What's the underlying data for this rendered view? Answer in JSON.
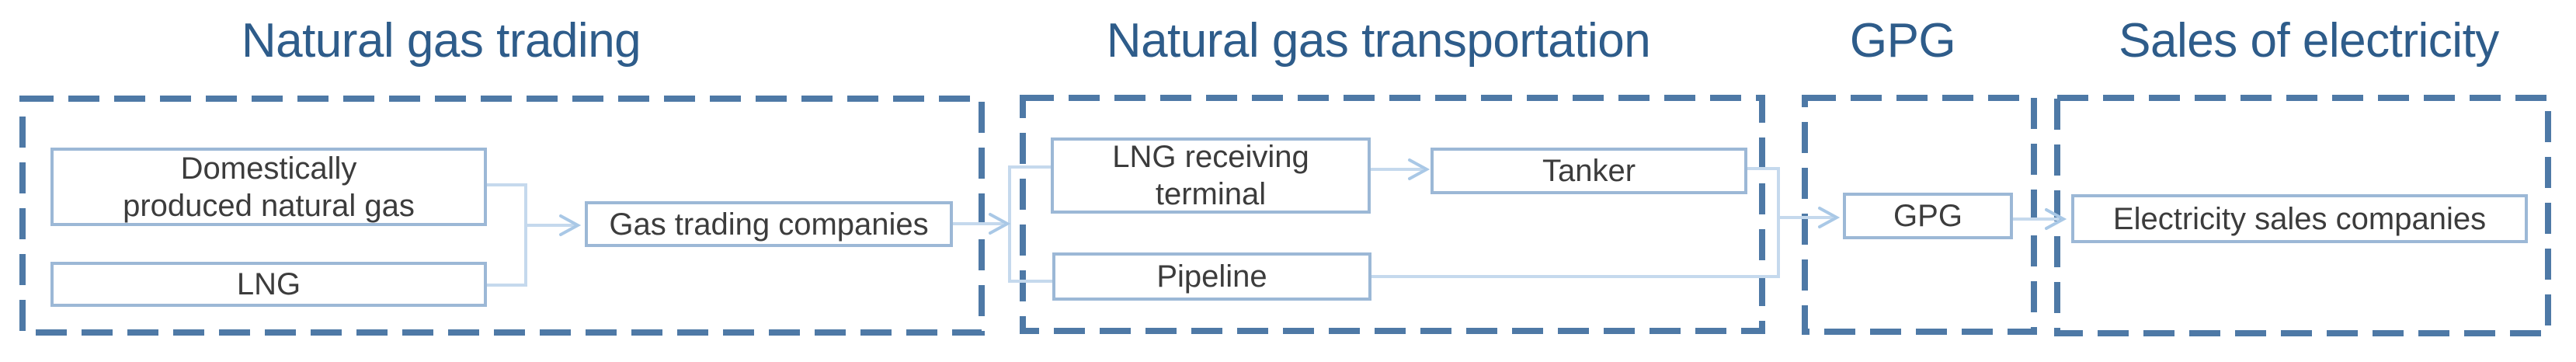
{
  "titles": {
    "trading": "Natural gas trading",
    "transportation": "Natural gas transportation",
    "gpg": "GPG",
    "sales": "Sales of electricity"
  },
  "nodes": {
    "domestic_gas": {
      "lines": [
        "Domestically",
        "produced natural gas"
      ]
    },
    "lng": {
      "label": "LNG"
    },
    "gas_trading_companies": {
      "label": "Gas trading companies"
    },
    "lng_receiving_terminal": {
      "lines": [
        "LNG receiving",
        "terminal"
      ]
    },
    "pipeline": {
      "label": "Pipeline"
    },
    "tanker": {
      "label": "Tanker"
    },
    "gpg": {
      "label": "GPG"
    },
    "electricity_sales": {
      "label": "Electricity sales companies"
    }
  },
  "colors": {
    "title_text": "#2E5C8A",
    "section_dashed_border": "#4E79A6",
    "node_border": "#9CB8D6",
    "connector_line": "#C5D9ED",
    "arrowhead": "#A9C8E6",
    "node_text": "#3C3C3C",
    "background": "#FFFFFF"
  }
}
